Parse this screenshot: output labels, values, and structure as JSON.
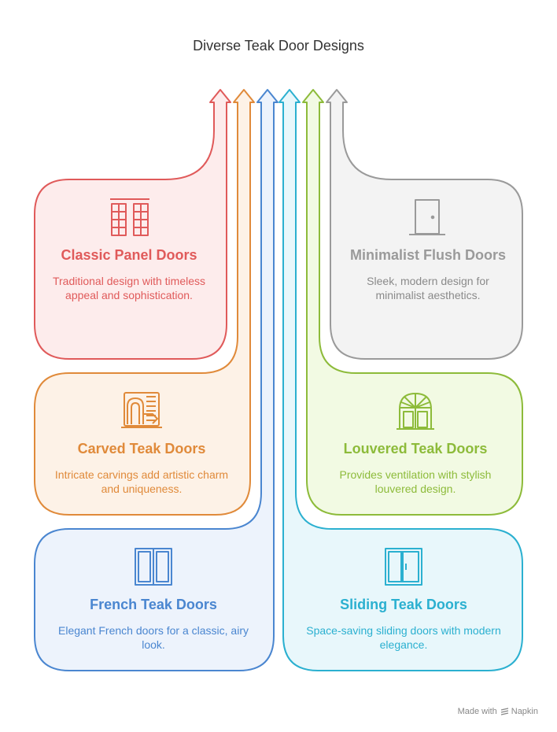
{
  "title": "Diverse Teak Door Designs",
  "cards": {
    "classic": {
      "title": "Classic Panel Doors",
      "description": "Traditional design with timeless appeal and sophistication.",
      "color": "#e05a5a",
      "fill": "#fdecec",
      "icon": "double-panel-door-icon"
    },
    "carved": {
      "title": "Carved Teak Doors",
      "description": "Intricate carvings add artistic charm and uniqueness.",
      "color": "#e08a3a",
      "fill": "#fdf2e7",
      "icon": "carved-door-icon"
    },
    "french": {
      "title": "French Teak Doors",
      "description": "Elegant French doors for a classic, airy look.",
      "color": "#4a86d0",
      "fill": "#edf3fc",
      "icon": "french-door-icon"
    },
    "minimalist": {
      "title": "Minimalist Flush Doors",
      "description": "Sleek, modern design for minimalist aesthetics.",
      "color": "#9a9a9a",
      "fill": "#f3f3f3",
      "icon": "flush-door-icon"
    },
    "louvered": {
      "title": "Louvered Teak Doors",
      "description": "Provides ventilation with stylish louvered design.",
      "color": "#8dbb3a",
      "fill": "#f2fae3",
      "icon": "arched-louvered-door-icon"
    },
    "sliding": {
      "title": "Sliding Teak Doors",
      "description": "Space-saving sliding doors with modern elegance.",
      "color": "#2bb0d0",
      "fill": "#e8f7fb",
      "icon": "sliding-door-icon"
    }
  },
  "footer": {
    "made_with": "Made with",
    "brand": "Napkin"
  }
}
